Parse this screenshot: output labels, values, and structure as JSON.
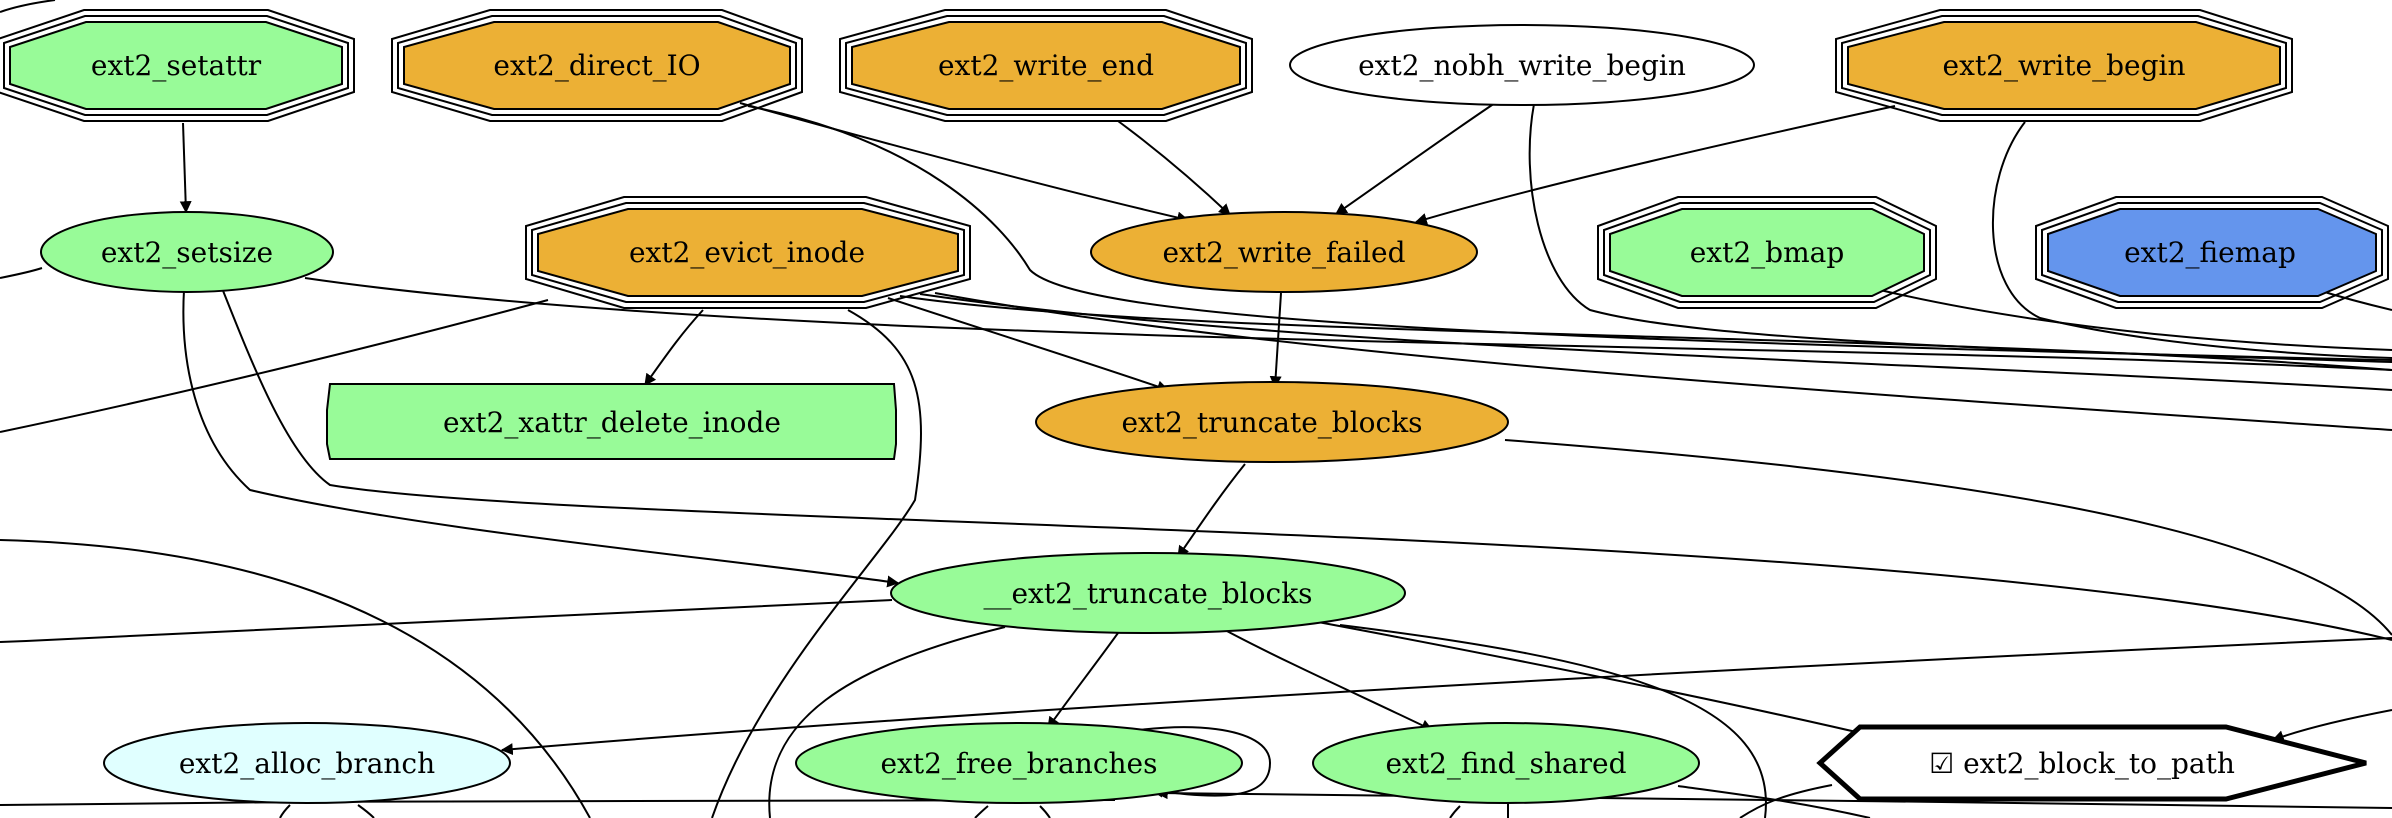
{
  "colors": {
    "green": "#98fb98",
    "orange": "#ecb035",
    "blue": "#6495ed",
    "light_cyan": "#e0ffff",
    "white": "#ffffff",
    "stroke": "#000000"
  },
  "nodes": [
    {
      "id": "ext2_setattr",
      "label": "ext2_setattr",
      "shape": "triple-octagon",
      "fill": "green"
    },
    {
      "id": "ext2_direct_IO",
      "label": "ext2_direct_IO",
      "shape": "triple-octagon",
      "fill": "orange"
    },
    {
      "id": "ext2_write_end",
      "label": "ext2_write_end",
      "shape": "triple-octagon",
      "fill": "orange"
    },
    {
      "id": "ext2_nobh_write_begin",
      "label": "ext2_nobh_write_begin",
      "shape": "ellipse",
      "fill": "white"
    },
    {
      "id": "ext2_write_begin",
      "label": "ext2_write_begin",
      "shape": "triple-octagon",
      "fill": "orange"
    },
    {
      "id": "ext2_setsize",
      "label": "ext2_setsize",
      "shape": "ellipse",
      "fill": "green"
    },
    {
      "id": "ext2_evict_inode",
      "label": "ext2_evict_inode",
      "shape": "triple-octagon",
      "fill": "orange"
    },
    {
      "id": "ext2_write_failed",
      "label": "ext2_write_failed",
      "shape": "ellipse",
      "fill": "orange"
    },
    {
      "id": "ext2_bmap",
      "label": "ext2_bmap",
      "shape": "triple-octagon",
      "fill": "green"
    },
    {
      "id": "ext2_fiemap",
      "label": "ext2_fiemap",
      "shape": "triple-octagon",
      "fill": "blue"
    },
    {
      "id": "ext2_xattr_delete_inode",
      "label": "ext2_xattr_delete_inode",
      "shape": "hexagon",
      "fill": "green"
    },
    {
      "id": "ext2_truncate_blocks",
      "label": "ext2_truncate_blocks",
      "shape": "ellipse",
      "fill": "orange"
    },
    {
      "id": "__ext2_truncate_blocks",
      "label": "__ext2_truncate_blocks",
      "shape": "ellipse",
      "fill": "green"
    },
    {
      "id": "ext2_alloc_branch",
      "label": "ext2_alloc_branch",
      "shape": "ellipse",
      "fill": "light_cyan"
    },
    {
      "id": "ext2_free_branches",
      "label": "ext2_free_branches",
      "shape": "ellipse",
      "fill": "green"
    },
    {
      "id": "ext2_find_shared",
      "label": "ext2_find_shared",
      "shape": "ellipse",
      "fill": "green"
    },
    {
      "id": "ext2_block_to_path",
      "label": "☑ ext2_block_to_path",
      "shape": "bold-hexagon",
      "fill": "white"
    }
  ],
  "edges": [
    {
      "from": "ext2_setattr",
      "to": "ext2_setsize"
    },
    {
      "from": "ext2_direct_IO",
      "to": "ext2_write_failed"
    },
    {
      "from": "ext2_write_end",
      "to": "ext2_write_failed"
    },
    {
      "from": "ext2_nobh_write_begin",
      "to": "ext2_write_failed"
    },
    {
      "from": "ext2_write_begin",
      "to": "ext2_write_failed"
    },
    {
      "from": "ext2_evict_inode",
      "to": "ext2_xattr_delete_inode"
    },
    {
      "from": "ext2_evict_inode",
      "to": "ext2_truncate_blocks"
    },
    {
      "from": "ext2_write_failed",
      "to": "ext2_truncate_blocks"
    },
    {
      "from": "ext2_truncate_blocks",
      "to": "__ext2_truncate_blocks"
    },
    {
      "from": "ext2_setsize",
      "to": "__ext2_truncate_blocks"
    },
    {
      "from": "__ext2_truncate_blocks",
      "to": "ext2_free_branches"
    },
    {
      "from": "__ext2_truncate_blocks",
      "to": "ext2_find_shared"
    },
    {
      "from": "__ext2_truncate_blocks",
      "to": "ext2_block_to_path"
    },
    {
      "from": "ext2_free_branches",
      "to": "ext2_free_branches"
    }
  ]
}
